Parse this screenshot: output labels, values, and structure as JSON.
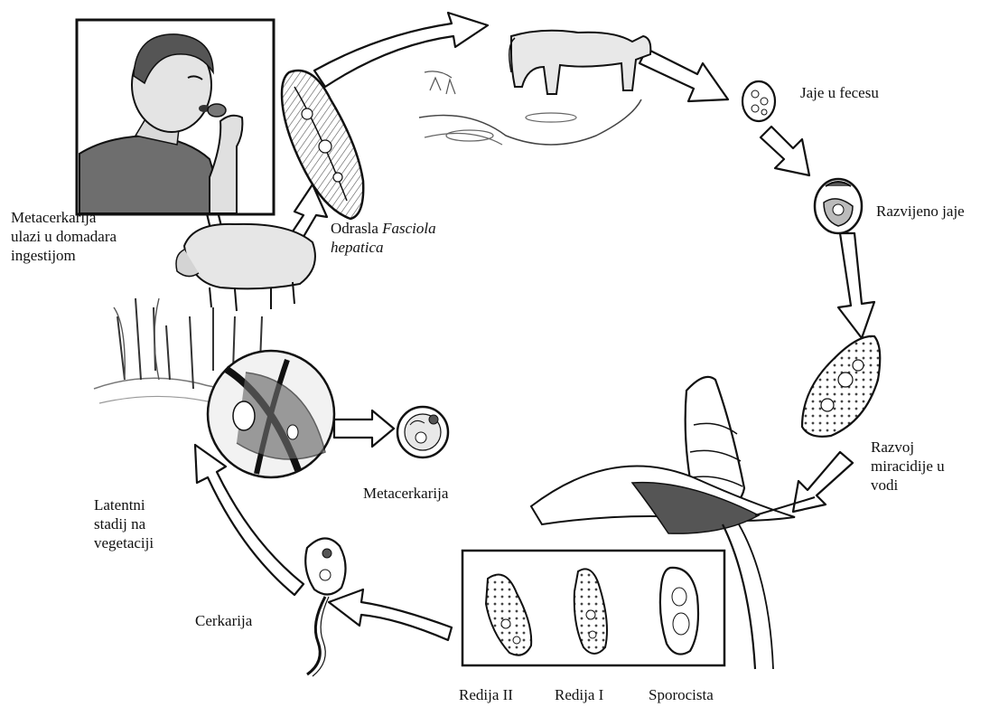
{
  "labels": {
    "ingestion": [
      "Metacerkarija",
      "ulazi u domadara",
      "ingestijom"
    ],
    "adult_prefix": "Odrasla",
    "adult_genus": "Fasciola",
    "adult_species": "hepatica",
    "egg_feces": "Jaje u fecesu",
    "developed_egg": "Razvijeno jaje",
    "miracidia": [
      "Razvoj",
      "miracidije u",
      "vodi"
    ],
    "metacercaria": "Metacerkarija",
    "latent": [
      "Latentni",
      "stadij na",
      "vegetaciji"
    ],
    "cercaria": "Cerkarija",
    "redia_ii": "Redija II",
    "redia_i": "Redija I",
    "sporocyst": "Sporocista"
  }
}
